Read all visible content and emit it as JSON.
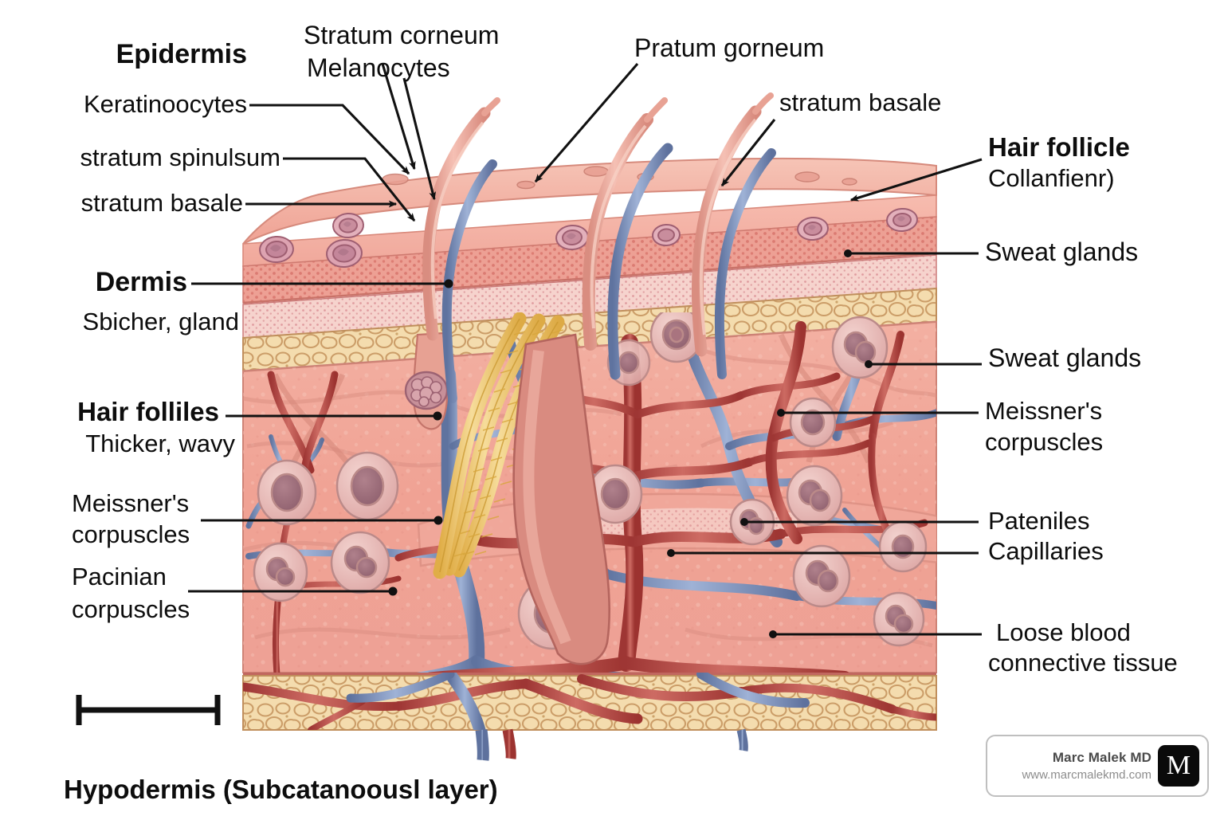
{
  "diagram": {
    "title": "Cross-section of human skin",
    "colors": {
      "epidermis_surface": "#f2ab9d",
      "stratum_corneum": "#f4b3a6",
      "granular_layer": "#e79a93",
      "basal_layer": "#efa89f",
      "adipose": "#f2d8a8",
      "dermis": "#f0a79a",
      "artery": "#b8423f",
      "vein": "#7b8fbe",
      "nerve": "#eec35c",
      "corpuscle_fill": "#e9b7b4",
      "corpuscle_core": "#a8717c",
      "hair": "#e79a8e",
      "outline": "#b5736b",
      "label_text": "#0d0d0d"
    }
  },
  "labels": {
    "left": [
      {
        "id": "epidermis",
        "lines": [
          "Epidermis"
        ],
        "bold": true
      },
      {
        "id": "keratinocytes",
        "lines": [
          "Keratinoocytes"
        ],
        "bold": false
      },
      {
        "id": "stratum-spinulsum",
        "lines": [
          "stratum spinulsum"
        ],
        "bold": false
      },
      {
        "id": "stratum-basale",
        "lines": [
          "stratum basale"
        ],
        "bold": false
      },
      {
        "id": "dermis",
        "lines": [
          "Dermis"
        ],
        "bold": true
      },
      {
        "id": "dermis-sub",
        "lines": [
          "Sbicher, gland"
        ],
        "bold": false
      },
      {
        "id": "hair-follicles",
        "lines": [
          "Hair folliles"
        ],
        "bold": true
      },
      {
        "id": "hair-follicles-sub",
        "lines": [
          "Thicker, wavy"
        ],
        "bold": false
      },
      {
        "id": "meissner-left",
        "lines": [
          "Meissner's",
          "corpuscles"
        ],
        "bold": false
      },
      {
        "id": "pacinian-left",
        "lines": [
          "Pacinian",
          "corpuscles"
        ],
        "bold": false
      }
    ],
    "top": [
      {
        "id": "stratum-corneum",
        "lines": [
          "Stratum corneum",
          "Melanocytes"
        ],
        "bold": false
      },
      {
        "id": "pratum-gorneum",
        "lines": [
          "Pratum gorneum"
        ],
        "bold": false
      },
      {
        "id": "stratum-basale-top",
        "lines": [
          "stratum basale"
        ],
        "bold": false
      }
    ],
    "right": [
      {
        "id": "hair-follicle",
        "lines": [
          "Hair follicle"
        ],
        "bold": true
      },
      {
        "id": "hair-follicle-sub",
        "lines": [
          "Collanfienr)"
        ],
        "bold": false
      },
      {
        "id": "sweat-glands-1",
        "lines": [
          "Sweat glands"
        ],
        "bold": false
      },
      {
        "id": "sweat-glands-2",
        "lines": [
          "Sweat glands"
        ],
        "bold": false
      },
      {
        "id": "meissner-right",
        "lines": [
          "Meissner's",
          "corpuscles"
        ],
        "bold": false
      },
      {
        "id": "pateniles",
        "lines": [
          "Pateniles"
        ],
        "bold": false
      },
      {
        "id": "capillaries",
        "lines": [
          "Capillaries"
        ],
        "bold": false
      },
      {
        "id": "loose-tissue",
        "lines": [
          "Loose blood",
          "connective tissue"
        ],
        "bold": false
      }
    ],
    "bottom": [
      {
        "id": "hypodermis",
        "lines": [
          "Hypodermis (Subcatanoousl layer)"
        ],
        "bold": true
      }
    ]
  },
  "text": {
    "epidermis": "Epidermis",
    "keratinocytes": "Keratinoocytes",
    "stratum_spinulsum": "stratum spinulsum",
    "stratum_basale": "stratum basale",
    "stratum_corneum": "Stratum corneum",
    "melanocytes": "Melanocytes",
    "pratum_gorneum": "Pratum gorneum",
    "stratum_basale_top": "stratum basale",
    "hair_follicle": "Hair follicle",
    "hair_follicle_sub": "Collanfienr)",
    "sweat_glands_1": "Sweat glands",
    "sweat_glands_2": "Sweat glands",
    "meissner_right_l1": "Meissner's",
    "meissner_right_l2": "corpuscles",
    "pateniles": "Pateniles",
    "capillaries": "Capillaries",
    "loose_l1": "Loose blood",
    "loose_l2": "connective tissue",
    "dermis": "Dermis",
    "dermis_sub": "Sbicher, gland",
    "hair_follicles": "Hair folliles",
    "hair_follicles_sub": "Thicker, wavy",
    "meissner_left_l1": "Meissner's",
    "meissner_left_l2": "corpuscles",
    "pacinian_left_l1": "Pacinian",
    "pacinian_left_l2": "corpuscles",
    "hypodermis": "Hypodermis (Subcatanoousl layer)"
  },
  "scale_bar": {
    "label": ""
  },
  "watermark": {
    "name": "Marc Malek MD",
    "url": "www.marcmalekmd.com",
    "logo_letter": "M"
  }
}
